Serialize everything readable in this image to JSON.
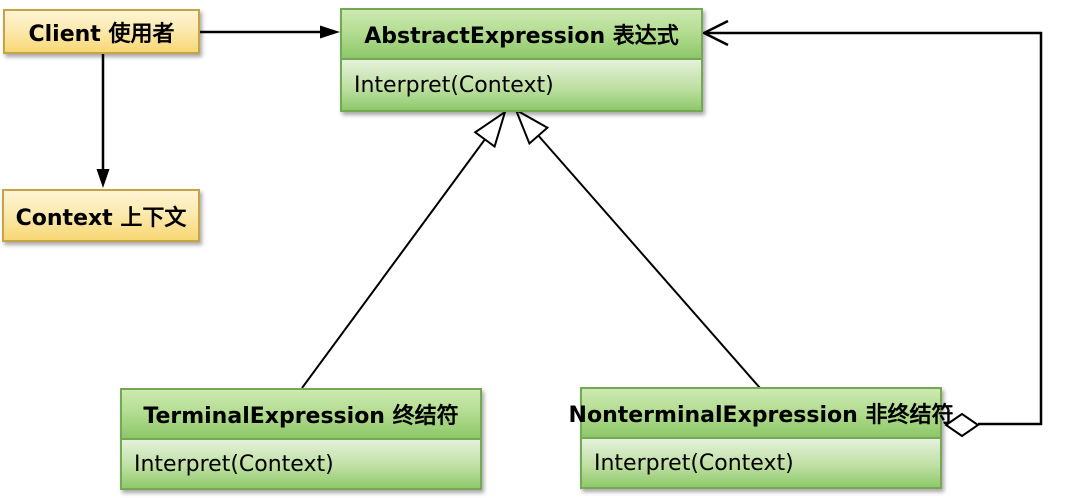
{
  "diagram": {
    "nodes": {
      "client": {
        "label": "Client 使用者"
      },
      "context": {
        "label": "Context 上下文"
      },
      "abstract_expression": {
        "title": "AbstractExpression 表达式",
        "method": "Interpret(Context)"
      },
      "terminal_expression": {
        "title": "TerminalExpression 终结符",
        "method": "Interpret(Context)"
      },
      "nonterminal_expression": {
        "title": "NonterminalExpression 非终结符",
        "method": "Interpret(Context)"
      }
    },
    "edges": [
      {
        "from": "Client 使用者",
        "to": "AbstractExpression 表达式",
        "type": "directed-association"
      },
      {
        "from": "Client 使用者",
        "to": "Context 上下文",
        "type": "directed-association"
      },
      {
        "from": "TerminalExpression 终结符",
        "to": "AbstractExpression 表达式",
        "type": "generalization"
      },
      {
        "from": "NonterminalExpression 非终结符",
        "to": "AbstractExpression 表达式",
        "type": "generalization"
      },
      {
        "from": "NonterminalExpression 非终结符",
        "to": "AbstractExpression 表达式",
        "type": "aggregation"
      }
    ],
    "colors": {
      "note_fill_top": "#fdf4d3",
      "note_fill_bottom": "#f8d774",
      "note_border": "#c6a347",
      "class_fill_top": "#cde9b1",
      "class_fill_bottom": "#8dc769",
      "class_border": "#74a854",
      "line": "#000000",
      "background": "#ffffff"
    }
  }
}
